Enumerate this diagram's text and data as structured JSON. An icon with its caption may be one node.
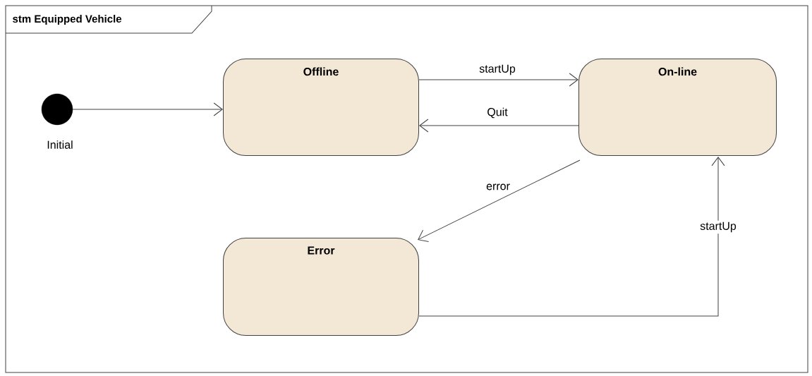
{
  "diagram": {
    "title": "stm Equipped Vehicle",
    "nodes": [
      {
        "text": [],
        "shape": "circle",
        "beside": [
          "Initial"
        ]
      },
      {
        "text": [
          "Offline"
        ]
      },
      {
        "text": [
          "On-line"
        ]
      },
      {
        "text": [
          "Error"
        ]
      }
    ],
    "edges": [
      {
        "from": 0,
        "to": 1,
        "arrow": "to"
      },
      {
        "from": 1,
        "to": 2,
        "arrow": "to",
        "label": "startUp"
      },
      {
        "from": 2,
        "to": 1,
        "arrow": "to",
        "label": "Quit"
      },
      {
        "from": 2,
        "to": 3,
        "arrow": "to",
        "label": "error"
      },
      {
        "from": 3,
        "to": 2,
        "arrow": "to",
        "label": "startUp"
      }
    ]
  }
}
